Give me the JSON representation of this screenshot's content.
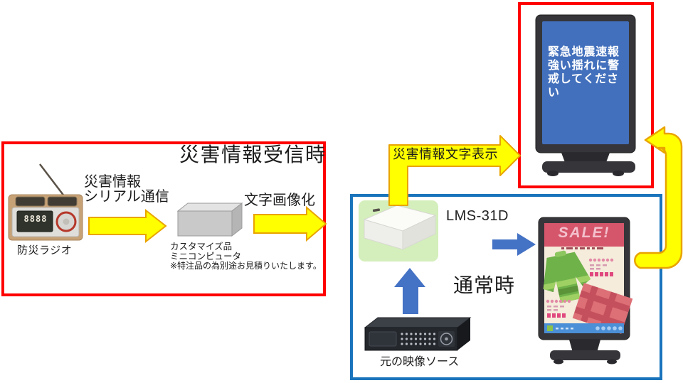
{
  "colors": {
    "alert_border_red": "#fe0000",
    "normal_border_blue": "#1a74bc",
    "arrow_yellow": "#ffff00",
    "arrow_yellow_outline": "#e9a400",
    "arrow_blue": "#4472c4",
    "emergency_screen_blue": "#4370bc",
    "sale_banner_red": "#d5566b",
    "device_highlight_green": "#d4efbb"
  },
  "left_box": {
    "title": "災害情報受信時",
    "radio_label": "防災ラジオ",
    "radio_display": "8888",
    "serial_arrow_label": "災害情報\nシリアル通信",
    "imaging_arrow_label": "文字画像化",
    "computer_label_line1": "カスタマイズ品",
    "computer_label_line2": "ミニコンピュータ",
    "computer_label_line3": "※特注品の為別途お見積りいたします。"
  },
  "emergency_display": {
    "screen_text": "緊急地震速報\n強い揺れに警戒してください"
  },
  "transfer_arrow_label": "災害情報文字表示",
  "normal_box": {
    "device_label": "LMS-31D",
    "mode_label": "通常時",
    "video_source_label": "元の映像ソース",
    "sale_screen_banner": "SALE!"
  }
}
